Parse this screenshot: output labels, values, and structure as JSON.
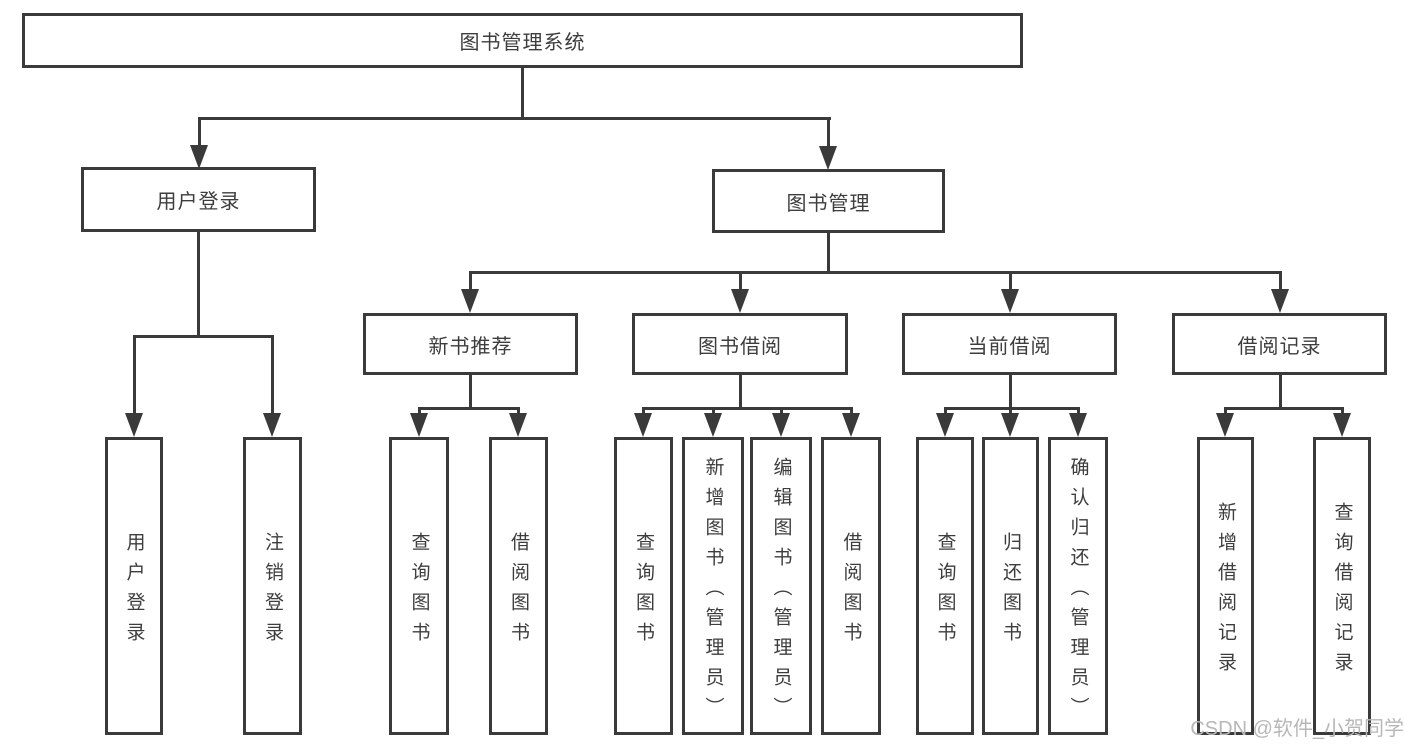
{
  "diagram_type": "hierarchy-tree",
  "colors": {
    "background": "#ffffff",
    "line": "#3a3a3a",
    "box_border": "#3a3a3a",
    "text": "#3d3d3d",
    "watermark": "#b7b7b7"
  },
  "tree": {
    "label": "图书管理系统",
    "children": [
      {
        "label": "用户登录",
        "children": [
          {
            "label": "用户登录"
          },
          {
            "label": "注销登录"
          }
        ]
      },
      {
        "label": "图书管理",
        "children": [
          {
            "label": "新书推荐",
            "children": [
              {
                "label": "查询图书"
              },
              {
                "label": "借阅图书"
              }
            ]
          },
          {
            "label": "图书借阅",
            "children": [
              {
                "label": "查询图书"
              },
              {
                "label": "新增图书（管理员）"
              },
              {
                "label": "编辑图书（管理员）"
              },
              {
                "label": "借阅图书"
              }
            ]
          },
          {
            "label": "当前借阅",
            "children": [
              {
                "label": "查询图书"
              },
              {
                "label": "归还图书"
              },
              {
                "label": "确认归还（管理员）"
              }
            ]
          },
          {
            "label": "借阅记录",
            "children": [
              {
                "label": "新增借阅记录"
              },
              {
                "label": "查询借阅记录"
              }
            ]
          }
        ]
      }
    ]
  },
  "watermark": {
    "text": "CSDN @软件_小贺同学"
  }
}
